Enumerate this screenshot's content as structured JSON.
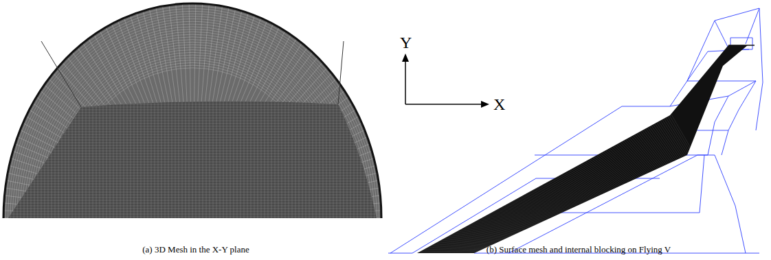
{
  "diagram": {
    "labels": [
      "Y",
      "X",
      "(a) 3D Mesh in the X-Y plane",
      "(b) Surface mesh and internal blocking on Flying V"
    ]
  }
}
